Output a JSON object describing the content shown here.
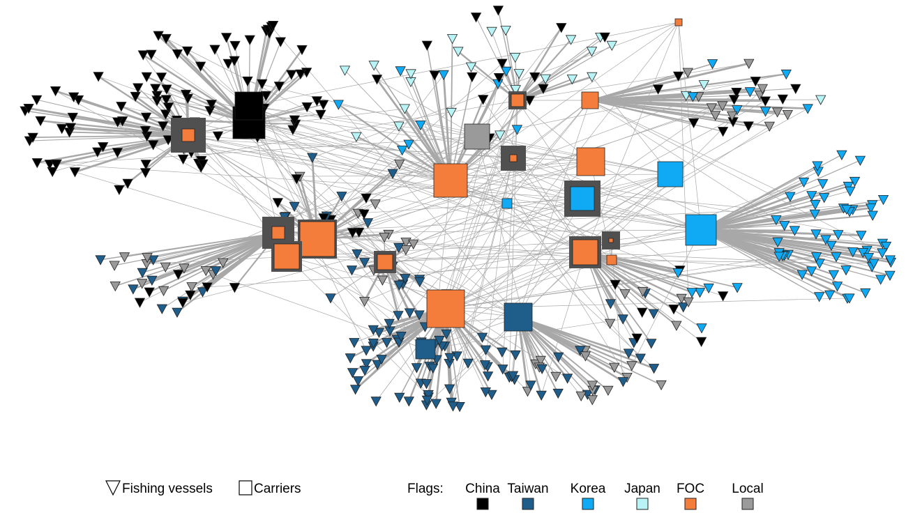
{
  "legend": {
    "shapes": [
      {
        "label": "Fishing vessels",
        "icon": "triangle-down-icon"
      },
      {
        "label": "Carriers",
        "icon": "square-icon"
      }
    ],
    "flags_title": "Flags:",
    "flags": [
      {
        "label": "China",
        "color": "#000000"
      },
      {
        "label": "Taiwan",
        "color": "#1f5d8a"
      },
      {
        "label": "Korea",
        "color": "#10aaf4"
      },
      {
        "label": "Japan",
        "color": "#b8f4f6"
      },
      {
        "label": "FOC",
        "color": "#f47d3c"
      },
      {
        "label": "Local",
        "color": "#9a9a9a"
      }
    ]
  },
  "colors": {
    "edge": "#a8a8a8",
    "carrier_frame": "#505050",
    "node_outline": "#222222"
  }
}
